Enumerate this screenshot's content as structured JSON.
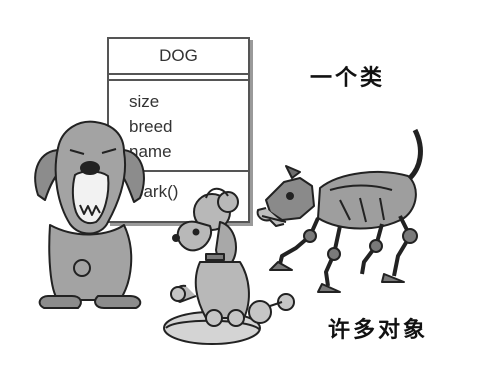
{
  "uml_class": {
    "name": "DOG",
    "attributes": [
      "size",
      "breed",
      "name"
    ],
    "methods": [
      "bark()"
    ]
  },
  "captions": {
    "one_class": "一个类",
    "many_objects": "许多对象"
  }
}
